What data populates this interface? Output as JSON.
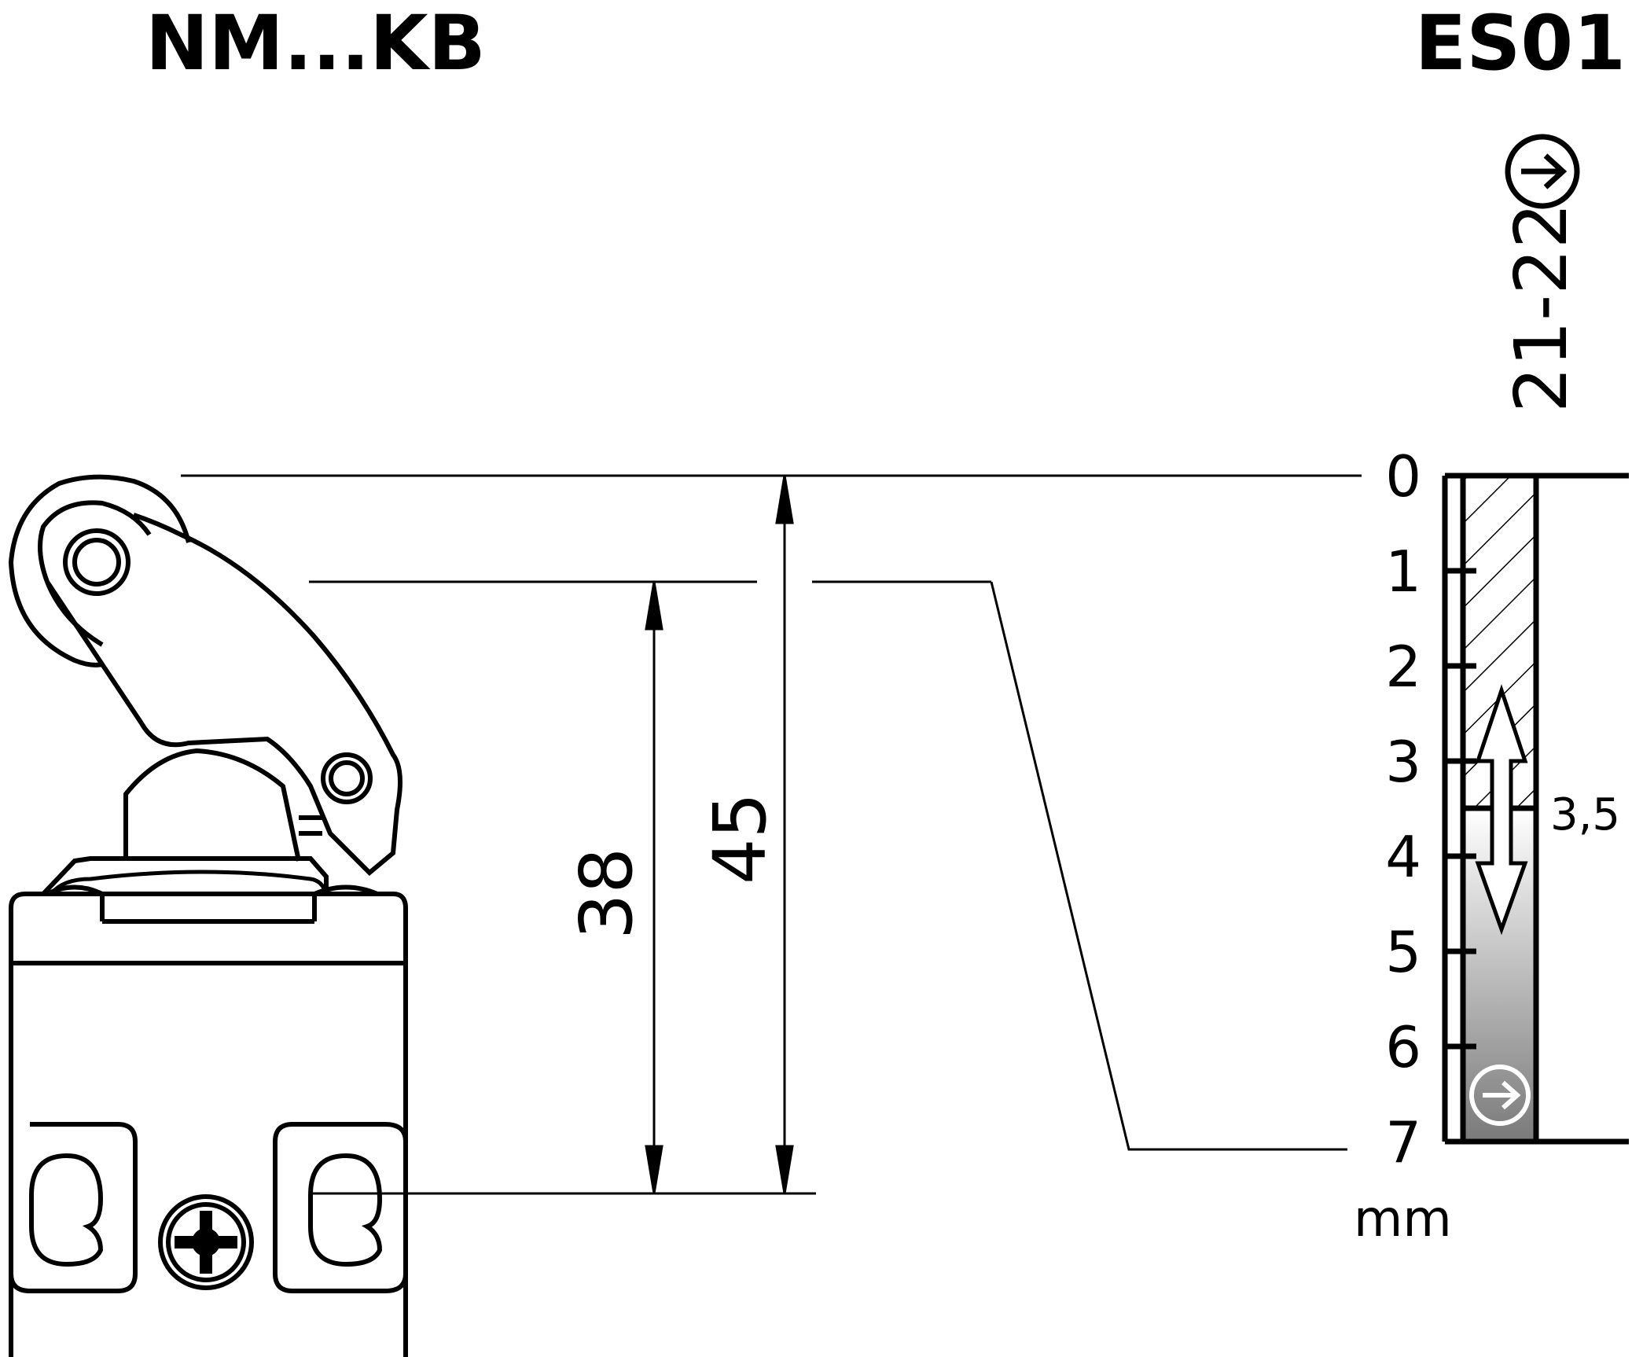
{
  "title_left": "NM...KB",
  "title_right": "ES01",
  "contact_label": "21-22",
  "dimensions": {
    "total": "45",
    "partial": "38"
  },
  "scale": {
    "ticks": [
      "0",
      "1",
      "2",
      "3",
      "4",
      "5",
      "6",
      "7"
    ],
    "unit": "mm",
    "marker_value": "3,5",
    "marker_position": 3.5,
    "max": 7
  },
  "icons": {
    "top": "positive-opening-arrow-icon",
    "bottom": "positive-opening-arrow-icon"
  },
  "colors": {
    "line": "#000000",
    "hatch": "#000000",
    "gradient_dark": "#7a7a7a",
    "gradient_light": "#ffffff"
  }
}
